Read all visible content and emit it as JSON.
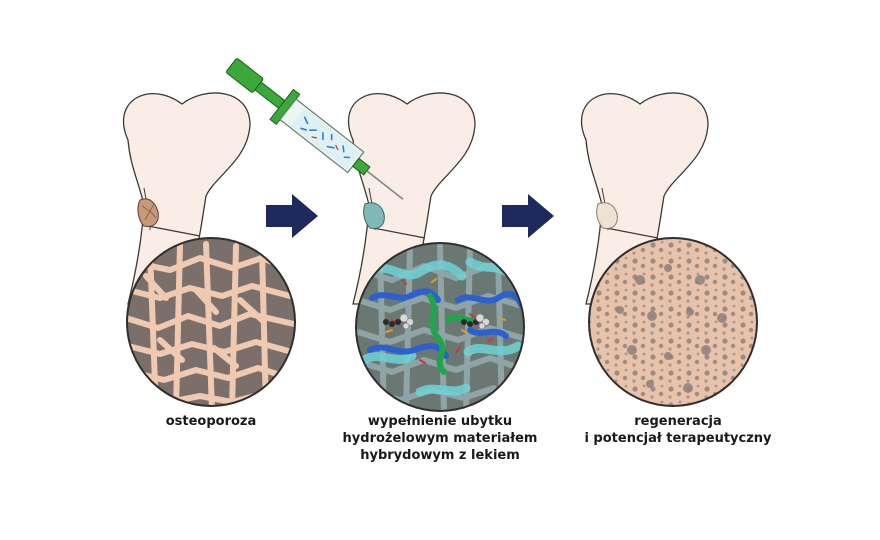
{
  "panels": [
    {
      "lines": [
        "osteoporoza"
      ]
    },
    {
      "lines": [
        "wypełnienie ubytku",
        "hydrożelowym materiałem",
        "hybrydowym z lekiem"
      ]
    },
    {
      "lines": [
        "regeneracja",
        "i potencjał terapeutyczny"
      ]
    }
  ],
  "colors": {
    "bone_fill": "#f9ede6",
    "bone_outline": "#3a3a3a",
    "trabecula": "#efc9b0",
    "pore_dark": "#7a6f6b",
    "arrow": "#1e2a5e",
    "syringe_green": "#3aa83a",
    "gel_cyan": "#6fd3d6",
    "polymer_blue": "#2c5fd0",
    "polymer_green": "#1fa64a"
  },
  "icons": [
    "bone-icon",
    "syringe-icon",
    "arrow-right-icon",
    "magnified-tissue-icon"
  ]
}
